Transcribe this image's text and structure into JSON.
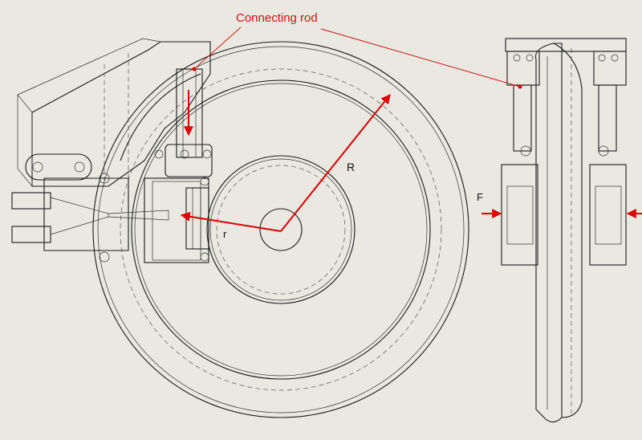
{
  "labels": {
    "connecting_rod": "Connecting rod",
    "radius_outer": "R",
    "radius_inner": "r",
    "force": "F"
  },
  "colors": {
    "annotation": "#e00000",
    "line": "#1a1a1a",
    "background": "#e9e9e1"
  }
}
